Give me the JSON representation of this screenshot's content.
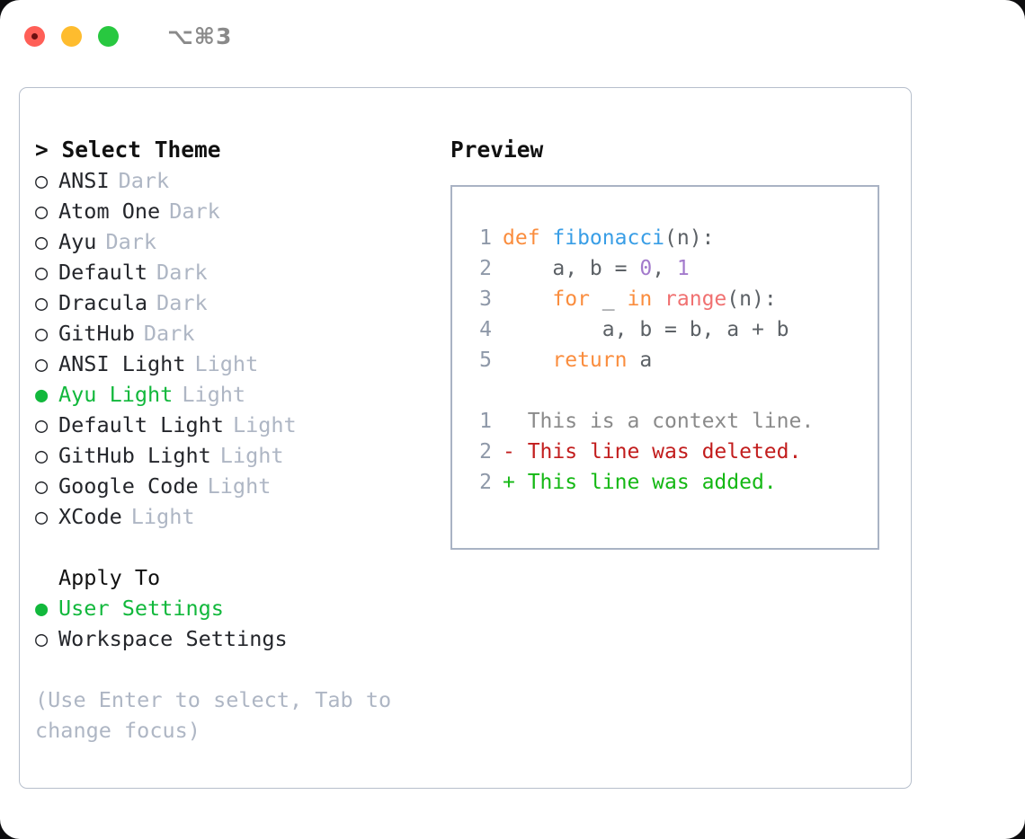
{
  "titlebar": {
    "shortcut": "⌥⌘3",
    "lights": [
      {
        "name": "close",
        "color": "#ff5f57"
      },
      {
        "name": "minimize",
        "color": "#febc2e"
      },
      {
        "name": "zoom",
        "color": "#28c840"
      }
    ]
  },
  "theme_picker": {
    "heading": "> Select Theme",
    "options": [
      {
        "marker": "○",
        "label": "ANSI",
        "variant": "Dark",
        "selected": false
      },
      {
        "marker": "○",
        "label": "Atom One",
        "variant": "Dark",
        "selected": false
      },
      {
        "marker": "○",
        "label": "Ayu",
        "variant": "Dark",
        "selected": false
      },
      {
        "marker": "○",
        "label": "Default",
        "variant": "Dark",
        "selected": false
      },
      {
        "marker": "○",
        "label": "Dracula",
        "variant": "Dark",
        "selected": false
      },
      {
        "marker": "○",
        "label": "GitHub",
        "variant": "Dark",
        "selected": false
      },
      {
        "marker": "○",
        "label": "ANSI Light",
        "variant": "Light",
        "selected": false
      },
      {
        "marker": "●",
        "label": "Ayu Light",
        "variant": "Light",
        "selected": true
      },
      {
        "marker": "○",
        "label": "Default Light",
        "variant": "Light",
        "selected": false
      },
      {
        "marker": "○",
        "label": "GitHub Light",
        "variant": "Light",
        "selected": false
      },
      {
        "marker": "○",
        "label": "Google Code",
        "variant": "Light",
        "selected": false
      },
      {
        "marker": "○",
        "label": "XCode",
        "variant": "Light",
        "selected": false
      }
    ]
  },
  "apply_to": {
    "heading": "Apply To",
    "options": [
      {
        "marker": "●",
        "label": "User Settings",
        "selected": true
      },
      {
        "marker": "○",
        "label": "Workspace Settings",
        "selected": false
      }
    ]
  },
  "hint": "(Use Enter to select, Tab to change focus)",
  "preview": {
    "heading": "Preview",
    "code_lines": [
      {
        "number": "1",
        "tokens": [
          {
            "text": "def ",
            "kind": "keyword"
          },
          {
            "text": "fibonacci",
            "kind": "function"
          },
          {
            "text": "(n):",
            "kind": "plain"
          }
        ]
      },
      {
        "number": "2",
        "tokens": [
          {
            "text": "    a, b = ",
            "kind": "plain"
          },
          {
            "text": "0",
            "kind": "number"
          },
          {
            "text": ", ",
            "kind": "plain"
          },
          {
            "text": "1",
            "kind": "number"
          }
        ]
      },
      {
        "number": "3",
        "tokens": [
          {
            "text": "    ",
            "kind": "plain"
          },
          {
            "text": "for",
            "kind": "keyword"
          },
          {
            "text": " _ ",
            "kind": "plain"
          },
          {
            "text": "in",
            "kind": "keyword"
          },
          {
            "text": " ",
            "kind": "plain"
          },
          {
            "text": "range",
            "kind": "builtin"
          },
          {
            "text": "(n):",
            "kind": "plain"
          }
        ]
      },
      {
        "number": "4",
        "tokens": [
          {
            "text": "        a, b = b, a + b",
            "kind": "plain"
          }
        ]
      },
      {
        "number": "5",
        "tokens": [
          {
            "text": "    ",
            "kind": "plain"
          },
          {
            "text": "return",
            "kind": "keyword"
          },
          {
            "text": " a",
            "kind": "plain"
          }
        ]
      }
    ],
    "diff_lines": [
      {
        "number": "1",
        "sign": " ",
        "text": "This is a context line.",
        "kind": "context"
      },
      {
        "number": "2",
        "sign": "-",
        "text": "This line was deleted.",
        "kind": "deleted"
      },
      {
        "number": "2",
        "sign": "+",
        "text": "This line was added.",
        "kind": "added"
      }
    ]
  },
  "colors": {
    "selected_green": "#12b83c",
    "muted": "#aeb6c4",
    "panel_border": "#b7bfcc",
    "code_border": "#a9b3c4",
    "keyword": "#fa8d3e",
    "function": "#399ee6",
    "number": "#a37acc",
    "builtin": "#f07171",
    "plain": "#5c6166",
    "diff_context": "#8a8a8a",
    "diff_deleted": "#c21d1d",
    "diff_added": "#14b814"
  }
}
